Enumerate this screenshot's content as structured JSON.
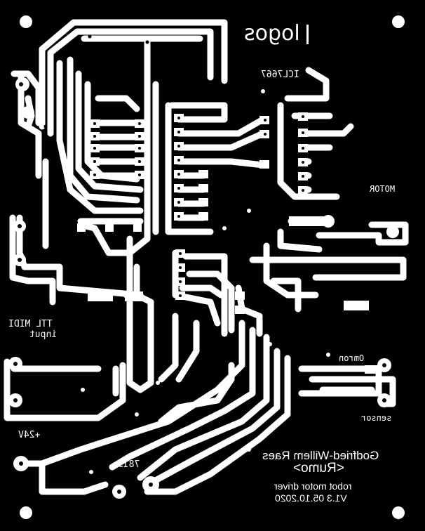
{
  "board": {
    "logo_text": "logos",
    "ic_label": "ICL7667",
    "motor_label": "MOTOR",
    "ttl_midi_line1": "TTL MIDI",
    "ttl_midi_line2": "input",
    "omron_label": "Omron",
    "sensor_label": "sensor",
    "power_label": "+24V",
    "regulator_label": "7815",
    "author": "Godfried-Willem Raes",
    "project": "<Rumo>",
    "description": "robot motor driver",
    "version_date": "V1.3   05.10.2020"
  },
  "colors": {
    "background": "#000000",
    "copper": "#ffffff"
  }
}
